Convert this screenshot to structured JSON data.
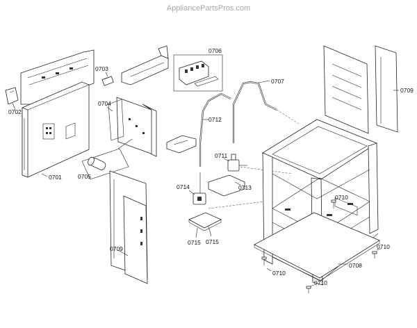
{
  "watermark": "AppliancePartsPros.com",
  "labels": {
    "p0701": "0701",
    "p0702": "0702",
    "p0703": "0703",
    "p0704": "0704",
    "p0705": "0705",
    "p0706": "0706",
    "p0707": "0707",
    "p0708": "0708",
    "p0709_right": "0709",
    "p0709_left": "0709",
    "p0710_a": "0710",
    "p0710_b": "0710",
    "p0710_c": "0710",
    "p0710_d": "0710",
    "p0711": "0711",
    "p0712": "0712",
    "p0713": "0713",
    "p0714": "0714",
    "p0715_a": "0715",
    "p0715_b": "0715"
  }
}
